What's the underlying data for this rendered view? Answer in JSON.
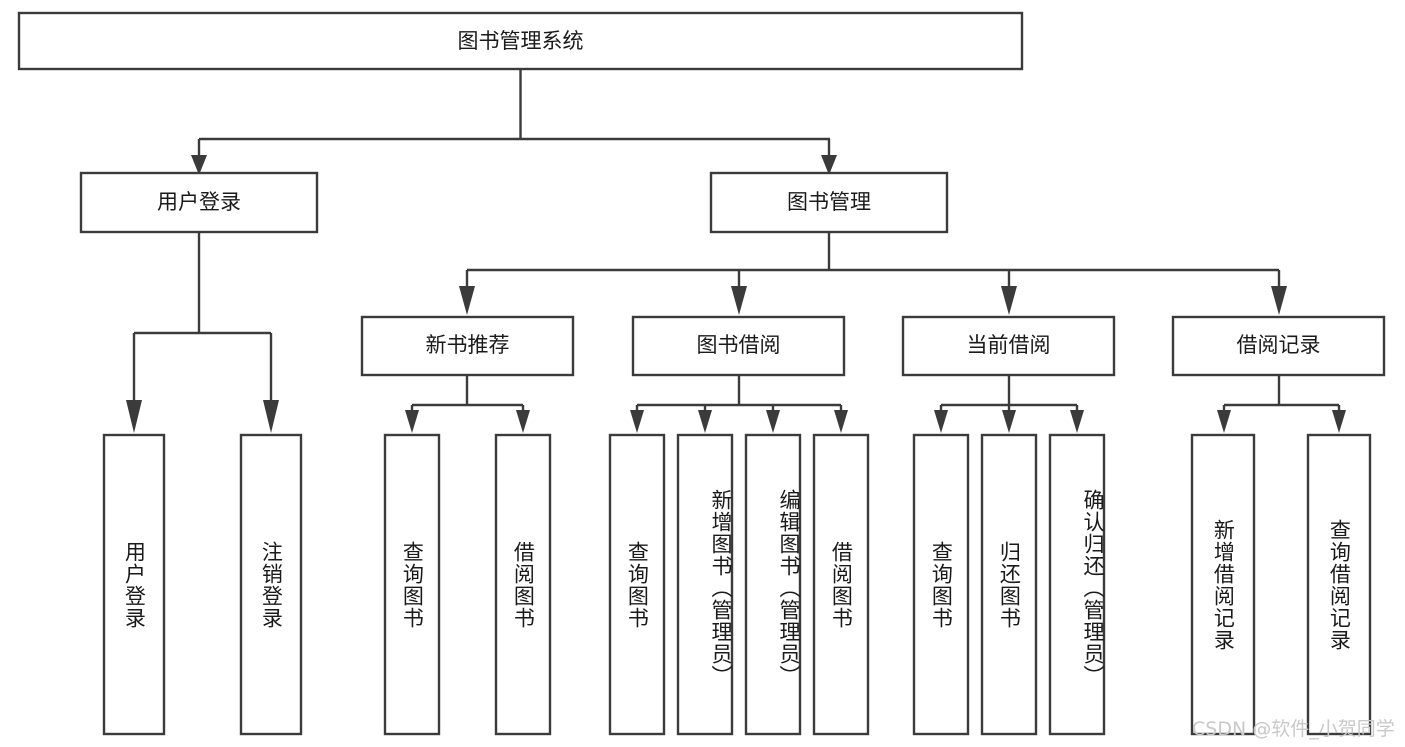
{
  "diagram": {
    "type": "tree",
    "title": "图书管理系统",
    "root": {
      "id": "root",
      "label": "图书管理系统",
      "orientation": "horizontal"
    },
    "level1": [
      {
        "id": "user-login",
        "label": "用户登录",
        "orientation": "horizontal"
      },
      {
        "id": "book-management",
        "label": "图书管理",
        "orientation": "horizontal"
      }
    ],
    "level2": [
      {
        "id": "new-book-recommend",
        "label": "新书推荐",
        "orientation": "horizontal",
        "parent": "book-management"
      },
      {
        "id": "book-borrow",
        "label": "图书借阅",
        "orientation": "horizontal",
        "parent": "book-management"
      },
      {
        "id": "current-borrow",
        "label": "当前借阅",
        "orientation": "horizontal",
        "parent": "book-management"
      },
      {
        "id": "borrow-record",
        "label": "借阅记录",
        "orientation": "horizontal",
        "parent": "book-management"
      }
    ],
    "leaves": [
      {
        "id": "leaf-user-login",
        "label": "用户登录",
        "orientation": "vertical",
        "parent": "user-login"
      },
      {
        "id": "leaf-user-logout",
        "label": "注销登录",
        "orientation": "vertical",
        "parent": "user-login"
      },
      {
        "id": "leaf-query-book-1",
        "label": "查询图书",
        "orientation": "vertical",
        "parent": "new-book-recommend"
      },
      {
        "id": "leaf-borrow-book-1",
        "label": "借阅图书",
        "orientation": "vertical",
        "parent": "new-book-recommend"
      },
      {
        "id": "leaf-query-book-2",
        "label": "查询图书",
        "orientation": "vertical",
        "parent": "book-borrow"
      },
      {
        "id": "leaf-add-book",
        "label": "新增图书（管理员）",
        "orientation": "vertical",
        "parent": "book-borrow"
      },
      {
        "id": "leaf-edit-book",
        "label": "编辑图书（管理员）",
        "orientation": "vertical",
        "parent": "book-borrow"
      },
      {
        "id": "leaf-borrow-book-2",
        "label": "借阅图书",
        "orientation": "vertical",
        "parent": "book-borrow"
      },
      {
        "id": "leaf-query-book-3",
        "label": "查询图书",
        "orientation": "vertical",
        "parent": "current-borrow"
      },
      {
        "id": "leaf-return-book",
        "label": "归还图书",
        "orientation": "vertical",
        "parent": "current-borrow"
      },
      {
        "id": "leaf-confirm-return",
        "label": "确认归还（管理员）",
        "orientation": "vertical",
        "parent": "current-borrow"
      },
      {
        "id": "leaf-add-record",
        "label": "新增借阅记录",
        "orientation": "vertical",
        "parent": "borrow-record"
      },
      {
        "id": "leaf-query-record",
        "label": "查询借阅记录",
        "orientation": "vertical",
        "parent": "borrow-record"
      }
    ],
    "colors": {
      "box_stroke": "#3b3b3b",
      "box_fill": "#ffffff",
      "text": "#1a1a1a",
      "connector": "#3b3b3b",
      "background": "#ffffff",
      "watermark": "#c9c9c9"
    }
  },
  "watermark": {
    "text": "CSDN @软件_小贺同学"
  }
}
